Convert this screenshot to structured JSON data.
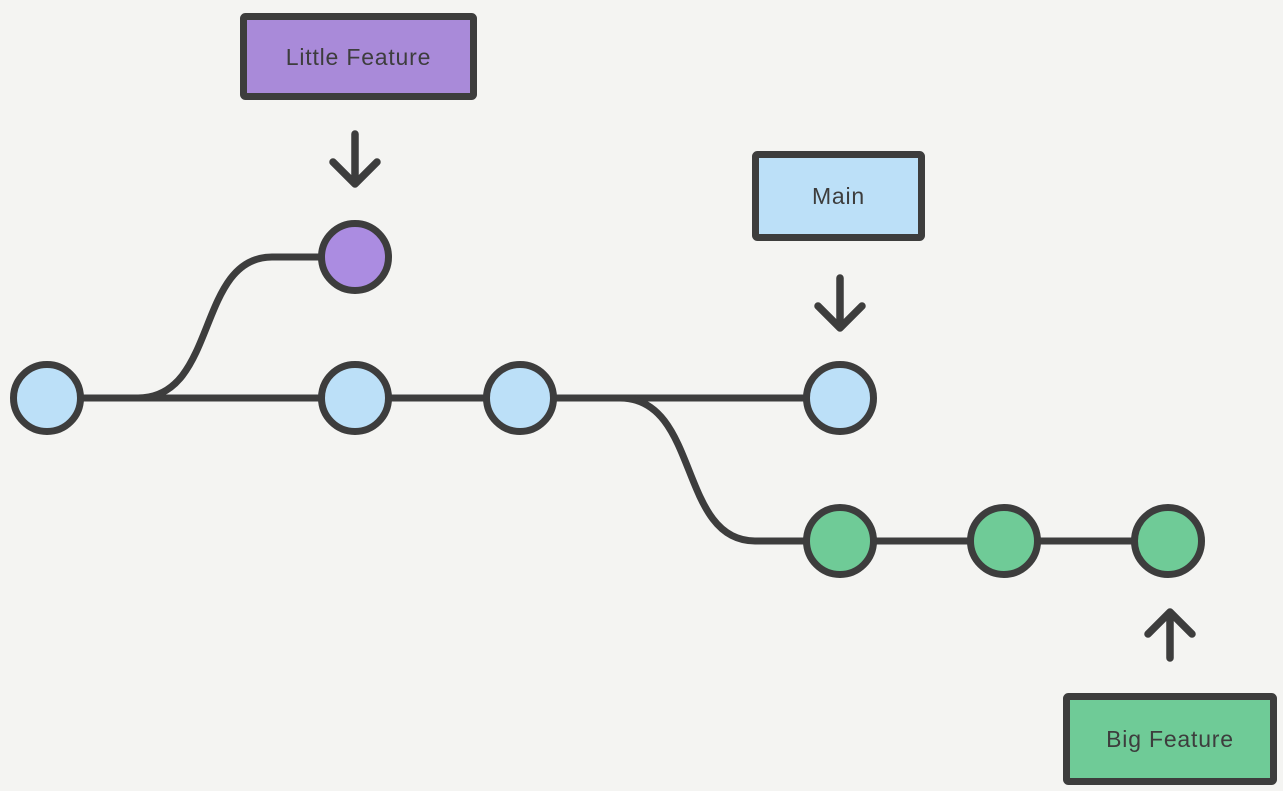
{
  "diagram": {
    "type": "git-branching-diagram",
    "background_color": "#f4f4f2",
    "line_color": "#3d3d3d",
    "text_color": "#3d3d3d",
    "branches": [
      {
        "id": "little-feature",
        "label": "Little Feature",
        "box_fill": "#a98ad9",
        "node_fill": "#ab8ce1",
        "commit_count": 1,
        "pointer_direction": "down",
        "forks_from": "main"
      },
      {
        "id": "main",
        "label": "Main",
        "box_fill": "#bce0f8",
        "node_fill": "#bce0f8",
        "commit_count": 4,
        "pointer_direction": "down",
        "forks_from": null
      },
      {
        "id": "big-feature",
        "label": "Big Feature",
        "box_fill": "#6fcb97",
        "node_fill": "#6fcb97",
        "commit_count": 3,
        "pointer_direction": "up",
        "forks_from": "main"
      }
    ]
  }
}
